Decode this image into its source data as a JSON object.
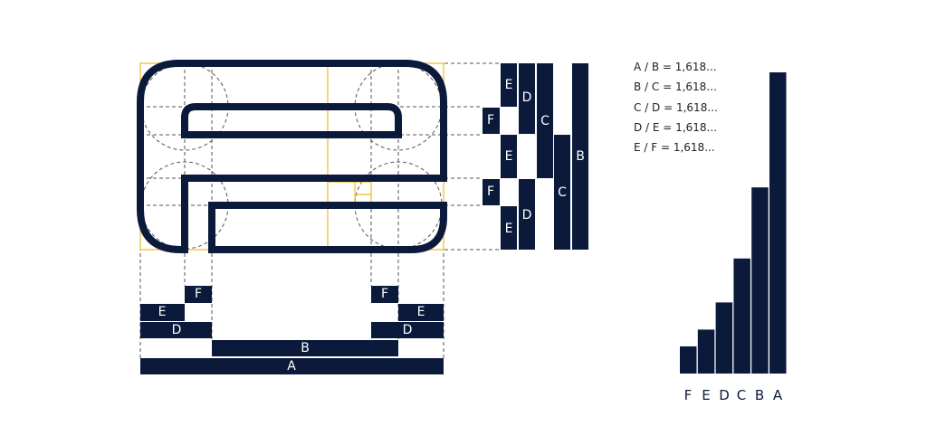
{
  "colors": {
    "navy": "#0b1a3a",
    "guide": "#f3b723"
  },
  "segment_labels": {
    "A": "A",
    "B": "B",
    "C": "C",
    "D": "D",
    "E": "E",
    "F": "F"
  },
  "ratios": [
    "A / B = 1,618...",
    "B / C = 1,618...",
    "C / D = 1,618...",
    "D / E = 1,618...",
    "E / F = 1,618..."
  ],
  "chart_data": {
    "type": "bar",
    "title": "",
    "categories": [
      "F",
      "E",
      "D",
      "C",
      "B",
      "A"
    ],
    "values": [
      1,
      1.618,
      2.618,
      4.236,
      6.854,
      11.09
    ],
    "xlabel": "",
    "ylabel": "",
    "grid": false
  }
}
